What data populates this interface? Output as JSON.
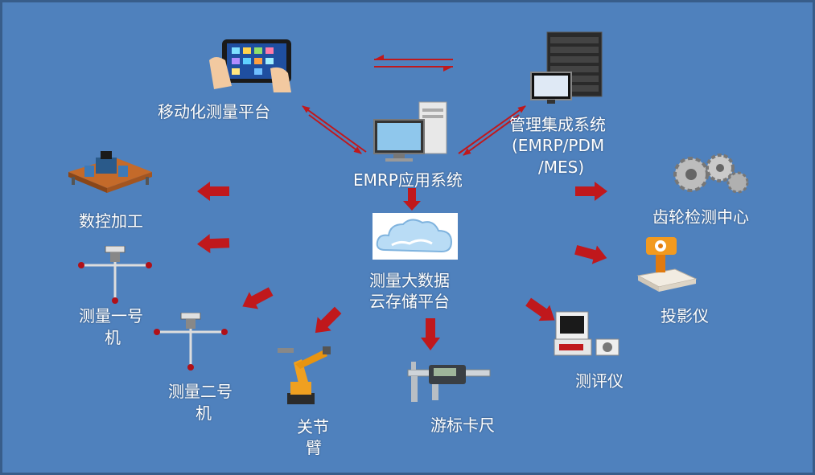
{
  "colors": {
    "background": "#4f81bd",
    "border": "#385d8a",
    "arrow": "#c0181c",
    "text": "#ffffff"
  },
  "nodes": {
    "mobile": {
      "label": "移动化测量平台",
      "icon": "tablet-icon"
    },
    "management": {
      "line1": "管理集成系统",
      "line2": "(EMRP/PDM",
      "line3": "/MES)",
      "icon": "server-rack-icon"
    },
    "emrp": {
      "label": "EMRP应用系统",
      "icon": "desktop-computer-icon"
    },
    "cloud": {
      "line1": "测量大数据",
      "line2": "云存储平台",
      "icon": "cloud-icon"
    },
    "cnc": {
      "label": "数控加工",
      "icon": "cnc-machine-icon"
    },
    "machine1": {
      "line1": "测量一号",
      "line2": "机",
      "icon": "measuring-probe-icon"
    },
    "machine2": {
      "line1": "测量二号",
      "line2": "机",
      "icon": "measuring-probe-icon"
    },
    "arm": {
      "line1": "关节",
      "line2": "臂",
      "icon": "robot-arm-icon"
    },
    "caliper": {
      "label": "游标卡尺",
      "icon": "caliper-icon"
    },
    "gear": {
      "label": "齿轮检测中心",
      "icon": "gears-icon"
    },
    "projector": {
      "label": "投影仪",
      "icon": "projector-icon"
    },
    "evaluator": {
      "label": "测评仪",
      "icon": "evaluator-icon"
    }
  }
}
